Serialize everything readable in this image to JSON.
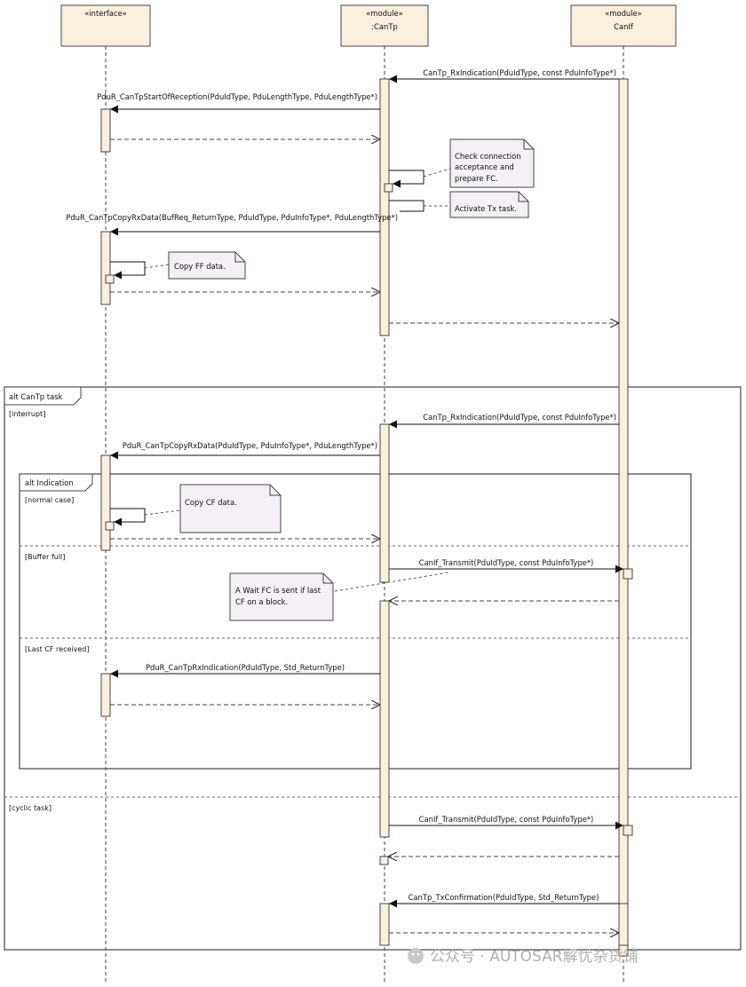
{
  "lifelines": [
    {
      "stereotype": "«interface»",
      "name": ""
    },
    {
      "stereotype": "«module»",
      "name": ":CanTp"
    },
    {
      "stereotype": "«module»",
      "name": "CanIf"
    }
  ],
  "messages": [
    "CanTp_RxIndication(PduIdType, const PduInfoType*)",
    "PduR_CanTpStartOfReception(PduIdType, PduLengthType, PduLengthType*)",
    "PduR_CanTpCopyRxData(BufReq_ReturnType, PduIdType, PduInfoType*, PduLengthType*)",
    "CanTp_RxIndication(PduIdType, const PduInfoType*)",
    "PduR_CanTpCopyRxData(PduIdType, PduInfoType*, PduLengthType*)",
    "CanIf_Transmit(PduIdType, const PduInfoType*)",
    "PduR_CanTpRxIndication(PduIdType, Std_ReturnType)",
    "CanIf_Transmit(PduIdType, const PduInfoType*)",
    "CanTp_TxConfirmation(PduIdType, Std_ReturnType)"
  ],
  "notes": [
    [
      "Check connection",
      "acceptance and",
      "prepare FC."
    ],
    [
      "Activate Tx task."
    ],
    [
      "Copy FF data."
    ],
    [
      "Copy CF data."
    ],
    [
      "A Wait FC is sent if last",
      "CF on a block."
    ]
  ],
  "frames": {
    "outer": {
      "label": "alt CanTp task",
      "guards": [
        "[interrupt]",
        "[cyclic task]"
      ]
    },
    "inner": {
      "label": "alt Indication",
      "guards": [
        "[normal case]",
        "[Buffer full]",
        "[Last CF received]"
      ]
    }
  },
  "watermark": "公众号 · AUTOSAR解忧杂货铺",
  "colors": {
    "box_fill": "#fbefe0",
    "note_fill": "#f4f0f6",
    "line": "#222222"
  }
}
